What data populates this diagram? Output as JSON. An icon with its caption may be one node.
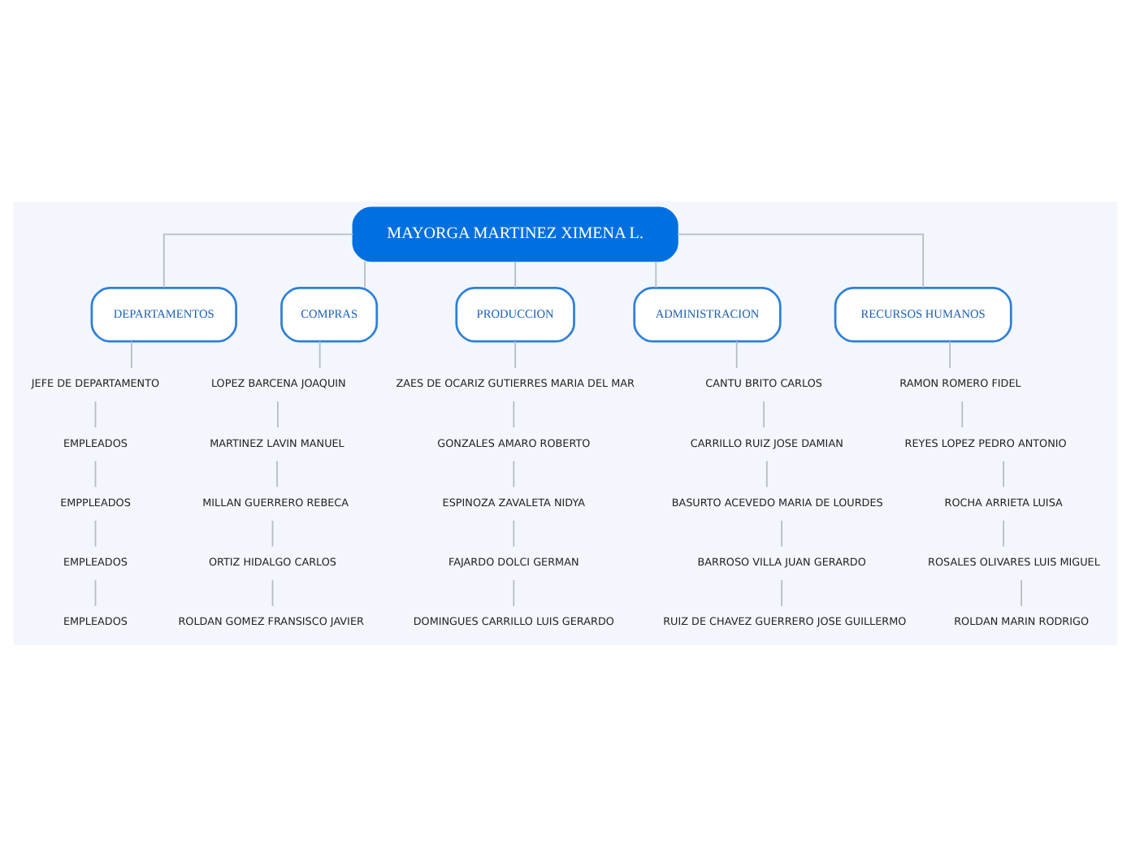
{
  "diagram": {
    "nodes": [
      {
        "text": [
          "MAYORGA MARTINEZ XIMENA L."
        ]
      },
      {
        "text": [
          "DEPARTAMENTOS"
        ]
      },
      {
        "text": [
          "JEFE DE DEPARTAMENTO"
        ]
      },
      {
        "text": [
          "EMPLEADOS"
        ]
      },
      {
        "text": [
          "EMPPLEADOS"
        ]
      },
      {
        "text": [
          "EMPLEADOS"
        ]
      },
      {
        "text": [
          "EMPLEADOS"
        ]
      },
      {
        "text": [
          "COMPRAS"
        ]
      },
      {
        "text": [
          "LOPEZ BARCENA JOAQUIN"
        ]
      },
      {
        "text": [
          "MARTINEZ LAVIN MANUEL"
        ]
      },
      {
        "text": [
          "MILLAN GUERRERO REBECA"
        ]
      },
      {
        "text": [
          "ORTIZ HIDALGO CARLOS"
        ]
      },
      {
        "text": [
          "ROLDAN GOMEZ FRANSISCO JAVIER"
        ]
      },
      {
        "text": [
          "PRODUCCION"
        ]
      },
      {
        "text": [
          "ZAES DE OCARIZ GUTIERRES MARIA DEL MAR"
        ]
      },
      {
        "text": [
          "GONZALES AMARO ROBERTO"
        ]
      },
      {
        "text": [
          "ESPINOZA ZAVALETA NIDYA"
        ]
      },
      {
        "text": [
          "FAJARDO DOLCI GERMAN"
        ]
      },
      {
        "text": [
          "DOMINGUES CARRILLO LUIS GERARDO"
        ]
      },
      {
        "text": [
          "ADMINISTRACION"
        ]
      },
      {
        "text": [
          "CANTU BRITO CARLOS"
        ]
      },
      {
        "text": [
          "CARRILLO RUIZ JOSE DAMIAN"
        ]
      },
      {
        "text": [
          "BASURTO ACEVEDO MARIA DE LOURDES"
        ]
      },
      {
        "text": [
          "BARROSO VILLA JUAN GERARDO"
        ]
      },
      {
        "text": [
          "RUIZ DE CHAVEZ GUERRERO JOSE GUILLERMO"
        ]
      },
      {
        "text": [
          "RECURSOS HUMANOS"
        ]
      },
      {
        "text": [
          "RAMON ROMERO FIDEL"
        ]
      },
      {
        "text": [
          "REYES LOPEZ PEDRO ANTONIO"
        ]
      },
      {
        "text": [
          "ROCHA ARRIETA LUISA"
        ]
      },
      {
        "text": [
          "ROSALES OLIVARES LUIS MIGUEL"
        ]
      },
      {
        "text": [
          "ROLDAN MARIN RODRIGO"
        ]
      }
    ],
    "edges": [
      {
        "from": 0,
        "to": 1,
        "arrow": "none"
      },
      {
        "from": 0,
        "to": 7,
        "arrow": "none"
      },
      {
        "from": 0,
        "to": 13,
        "arrow": "none"
      },
      {
        "from": 0,
        "to": 19,
        "arrow": "none"
      },
      {
        "from": 0,
        "to": 25,
        "arrow": "none"
      },
      {
        "from": 1,
        "to": 2,
        "arrow": "none"
      },
      {
        "from": 2,
        "to": 3,
        "arrow": "none"
      },
      {
        "from": 3,
        "to": 4,
        "arrow": "none"
      },
      {
        "from": 4,
        "to": 5,
        "arrow": "none"
      },
      {
        "from": 5,
        "to": 6,
        "arrow": "none"
      },
      {
        "from": 7,
        "to": 8,
        "arrow": "none"
      },
      {
        "from": 8,
        "to": 9,
        "arrow": "none"
      },
      {
        "from": 9,
        "to": 10,
        "arrow": "none"
      },
      {
        "from": 10,
        "to": 11,
        "arrow": "none"
      },
      {
        "from": 11,
        "to": 12,
        "arrow": "none"
      },
      {
        "from": 13,
        "to": 14,
        "arrow": "none"
      },
      {
        "from": 14,
        "to": 15,
        "arrow": "none"
      },
      {
        "from": 15,
        "to": 16,
        "arrow": "none"
      },
      {
        "from": 16,
        "to": 17,
        "arrow": "none"
      },
      {
        "from": 17,
        "to": 18,
        "arrow": "none"
      },
      {
        "from": 19,
        "to": 20,
        "arrow": "none"
      },
      {
        "from": 20,
        "to": 21,
        "arrow": "none"
      },
      {
        "from": 21,
        "to": 22,
        "arrow": "none"
      },
      {
        "from": 22,
        "to": 23,
        "arrow": "none"
      },
      {
        "from": 23,
        "to": 24,
        "arrow": "none"
      },
      {
        "from": 25,
        "to": 26,
        "arrow": "none"
      },
      {
        "from": 26,
        "to": 27,
        "arrow": "none"
      },
      {
        "from": 27,
        "to": 28,
        "arrow": "none"
      },
      {
        "from": 28,
        "to": 29,
        "arrow": "none"
      },
      {
        "from": 29,
        "to": 30,
        "arrow": "none"
      }
    ]
  }
}
